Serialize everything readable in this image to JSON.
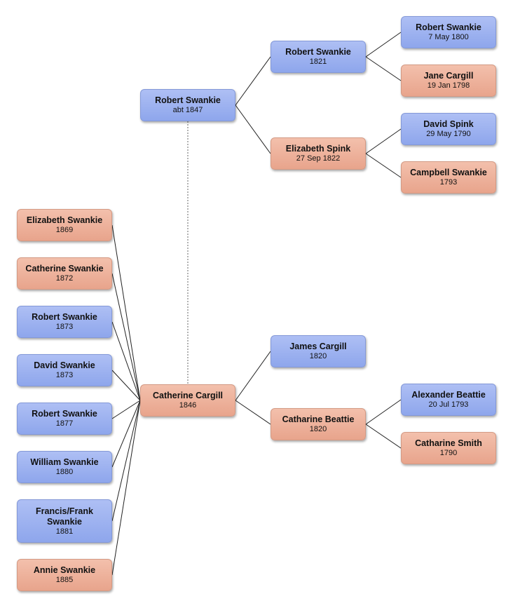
{
  "people": {
    "robert_1847": {
      "name": "Robert Swankie",
      "date": "abt 1847",
      "sex": "male"
    },
    "catherine_1846": {
      "name": "Catherine Cargill",
      "date": "1846",
      "sex": "female"
    },
    "robert_1821": {
      "name": "Robert Swankie",
      "date": "1821",
      "sex": "male"
    },
    "elizabeth_spink": {
      "name": "Elizabeth Spink",
      "date": "27 Sep 1822",
      "sex": "female"
    },
    "robert_1800": {
      "name": "Robert Swankie",
      "date": "7 May 1800",
      "sex": "male"
    },
    "jane_cargill": {
      "name": "Jane Cargill",
      "date": "19 Jan 1798",
      "sex": "female"
    },
    "david_spink": {
      "name": "David Spink",
      "date": "29 May 1790",
      "sex": "male"
    },
    "campbell_swankie": {
      "name": "Campbell Swankie",
      "date": "1793",
      "sex": "female"
    },
    "james_cargill": {
      "name": "James Cargill",
      "date": "1820",
      "sex": "male"
    },
    "catharine_beattie": {
      "name": "Catharine Beattie",
      "date": "1820",
      "sex": "female"
    },
    "alexander_beattie": {
      "name": "Alexander Beattie",
      "date": "20 Jul 1793",
      "sex": "male"
    },
    "catharine_smith": {
      "name": "Catharine Smith",
      "date": "1790",
      "sex": "female"
    },
    "child_elizabeth": {
      "name": "Elizabeth Swankie",
      "date": "1869",
      "sex": "female"
    },
    "child_catherine": {
      "name": "Catherine Swankie",
      "date": "1872",
      "sex": "female"
    },
    "child_robert_1873": {
      "name": "Robert Swankie",
      "date": "1873",
      "sex": "male"
    },
    "child_david": {
      "name": "David Swankie",
      "date": "1873",
      "sex": "male"
    },
    "child_robert_1877": {
      "name": "Robert Swankie",
      "date": "1877",
      "sex": "male"
    },
    "child_william": {
      "name": "William Swankie",
      "date": "1880",
      "sex": "male"
    },
    "child_francis": {
      "name": "Francis/Frank Swankie",
      "date": "1881",
      "sex": "male"
    },
    "child_annie": {
      "name": "Annie Swankie",
      "date": "1885",
      "sex": "female"
    }
  },
  "colors": {
    "male": "#99b0ef",
    "female": "#eeb49e",
    "connector": "#222222",
    "marriage_link": "#666666"
  }
}
